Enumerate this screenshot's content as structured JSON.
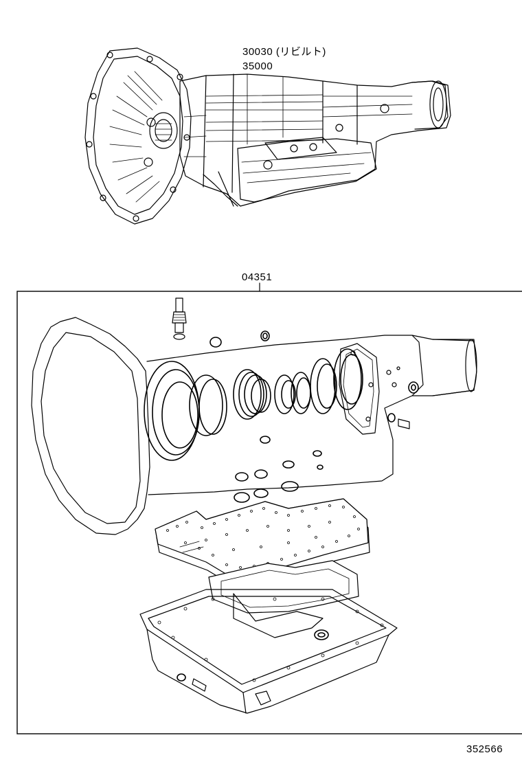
{
  "callouts": {
    "rebuilt_part_no": "30030 (リビルト)",
    "assembly_part_no": "35000",
    "overhaul_kit_part_no": "04351"
  },
  "footer": {
    "illustration_no": "352566"
  }
}
